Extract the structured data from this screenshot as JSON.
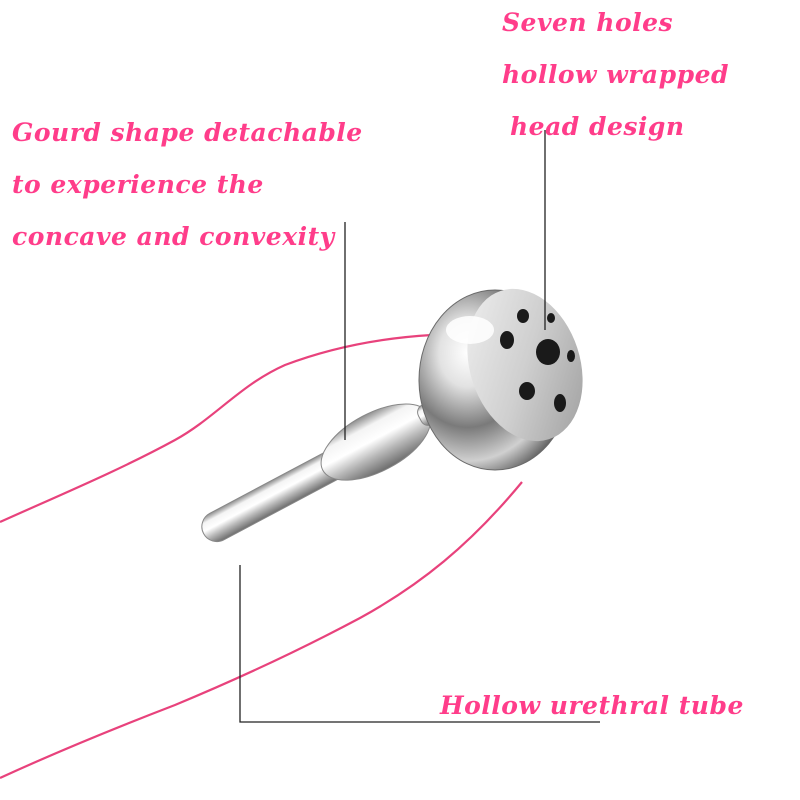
{
  "image": {
    "subject": "stainless steel hollow urethral sound with seven-hole mushroom head",
    "background_color": "#ffffff",
    "accent_color": "#ff3d8a",
    "line_color": "#222222",
    "outline_color": "#e8427c"
  },
  "callouts": {
    "head": {
      "lines": [
        "Seven holes",
        "hollow wrapped",
        "head design"
      ]
    },
    "gourd": {
      "lines": [
        "Gourd shape detachable",
        "to experience the",
        "concave and convexity"
      ]
    },
    "tube": {
      "lines": [
        "Hollow urethral tube"
      ]
    }
  }
}
